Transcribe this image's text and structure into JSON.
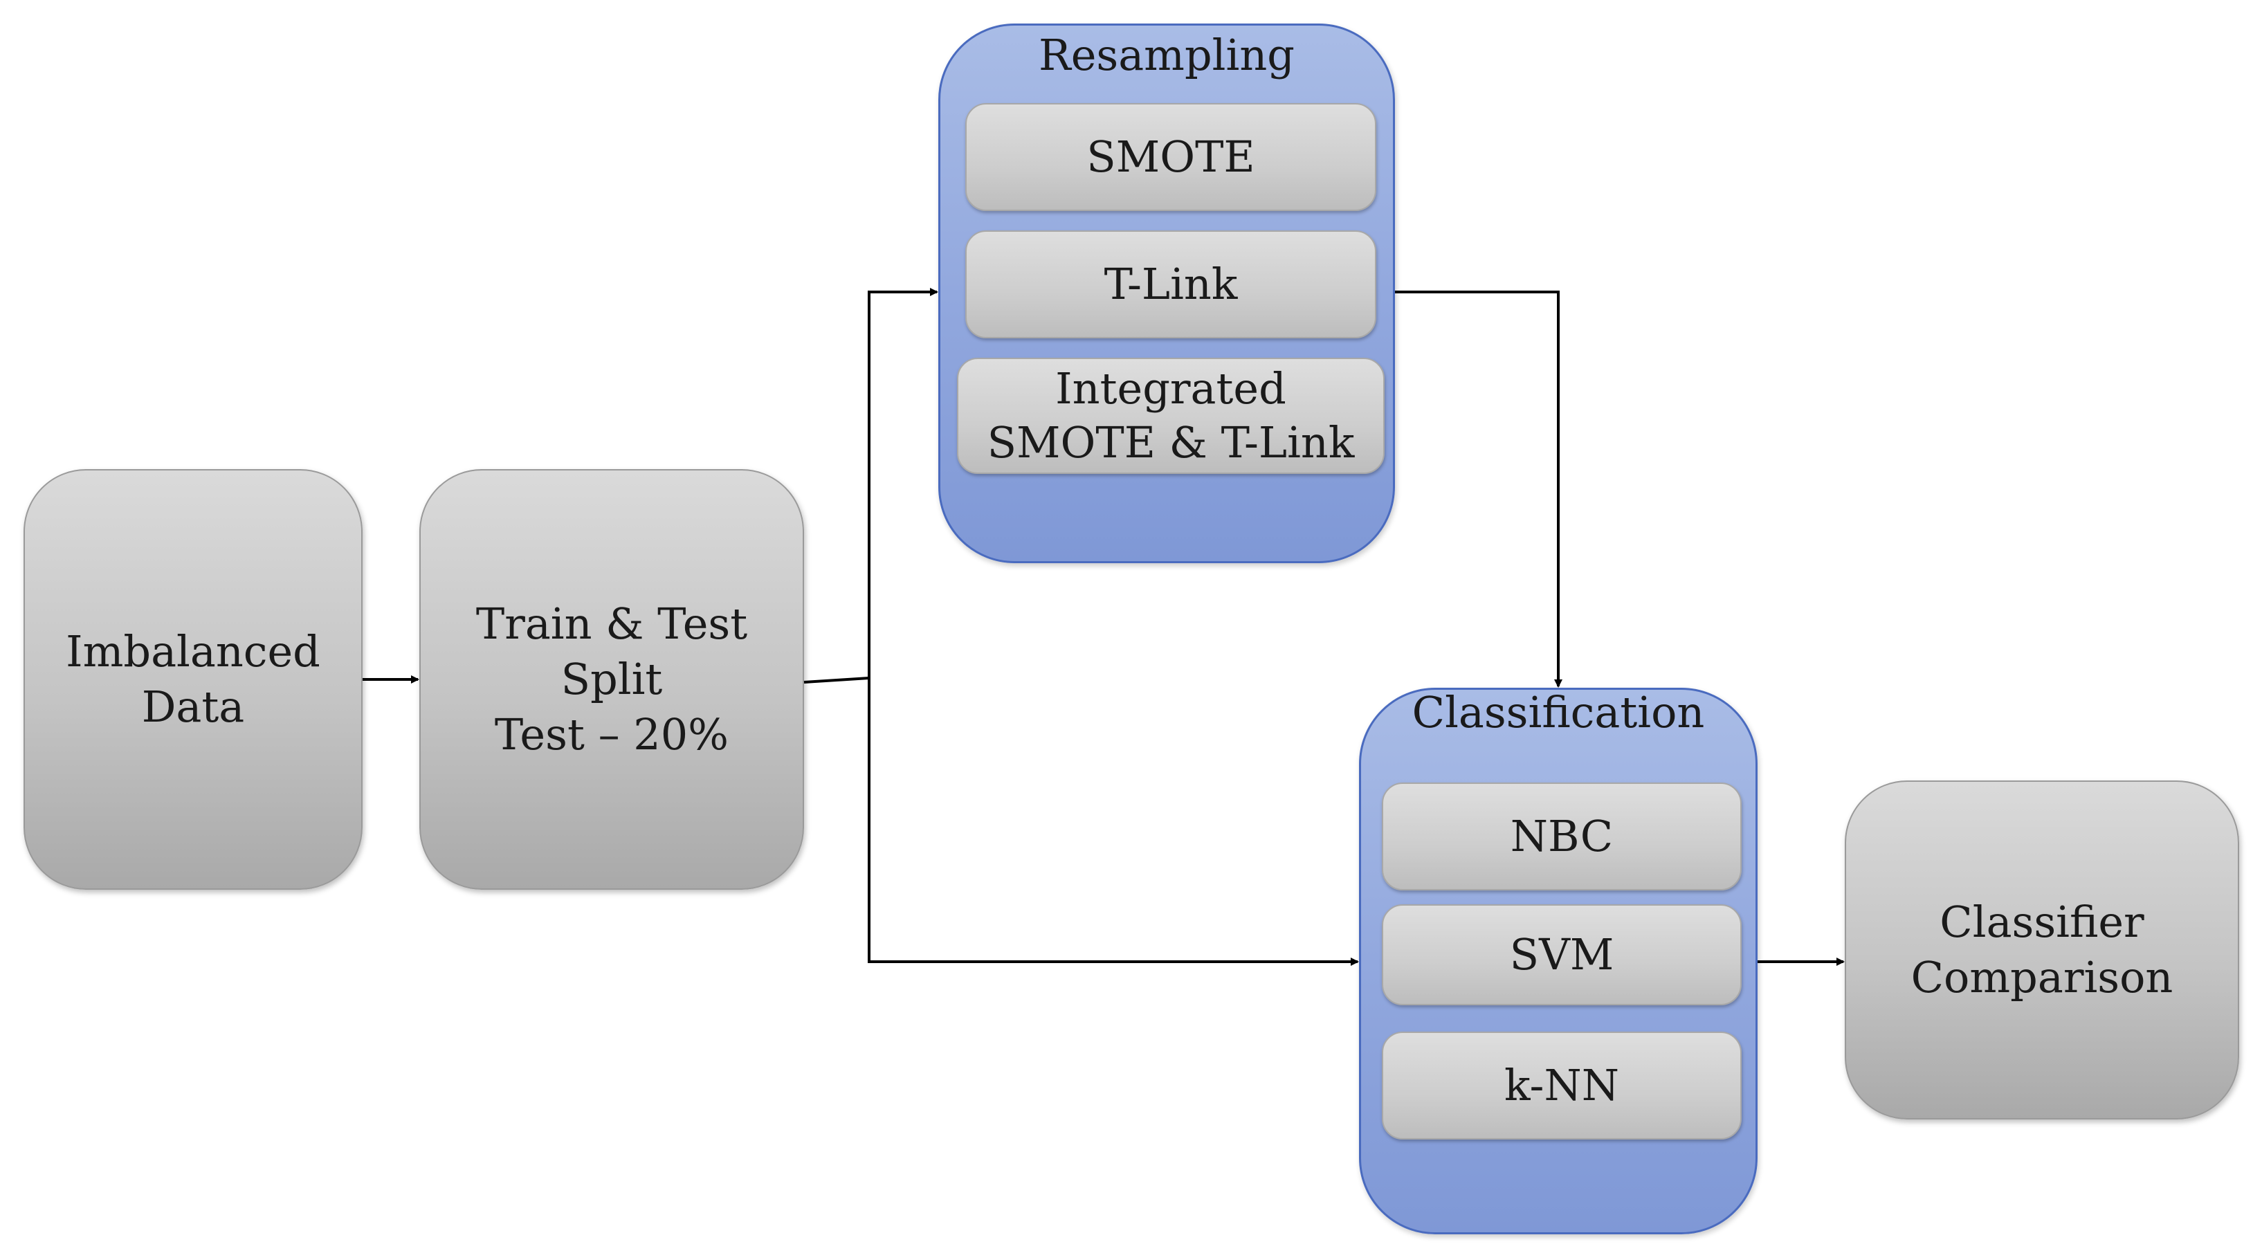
{
  "nodes": {
    "imbalanced_data": {
      "lines": [
        "Imbalanced",
        "Data"
      ]
    },
    "train_test_split": {
      "lines": [
        "Train & Test",
        "Split",
        "Test – 20%"
      ]
    },
    "classifier_comparison": {
      "lines": [
        "Classifier",
        "Comparison"
      ]
    }
  },
  "resampling": {
    "title": "Resampling",
    "items": [
      {
        "lines": [
          "SMOTE"
        ]
      },
      {
        "lines": [
          "T-Link"
        ]
      },
      {
        "lines": [
          "Integrated",
          "SMOTE & T-Link"
        ]
      }
    ]
  },
  "classification": {
    "title": "Classification",
    "items": [
      {
        "lines": [
          "NBC"
        ]
      },
      {
        "lines": [
          "SVM"
        ]
      },
      {
        "lines": [
          "k-NN"
        ]
      }
    ]
  },
  "colors": {
    "group_fill": "#92a8de",
    "group_border": "#4a6bbf",
    "node_fill": "#c4c4c4",
    "arrow": "#000000"
  }
}
